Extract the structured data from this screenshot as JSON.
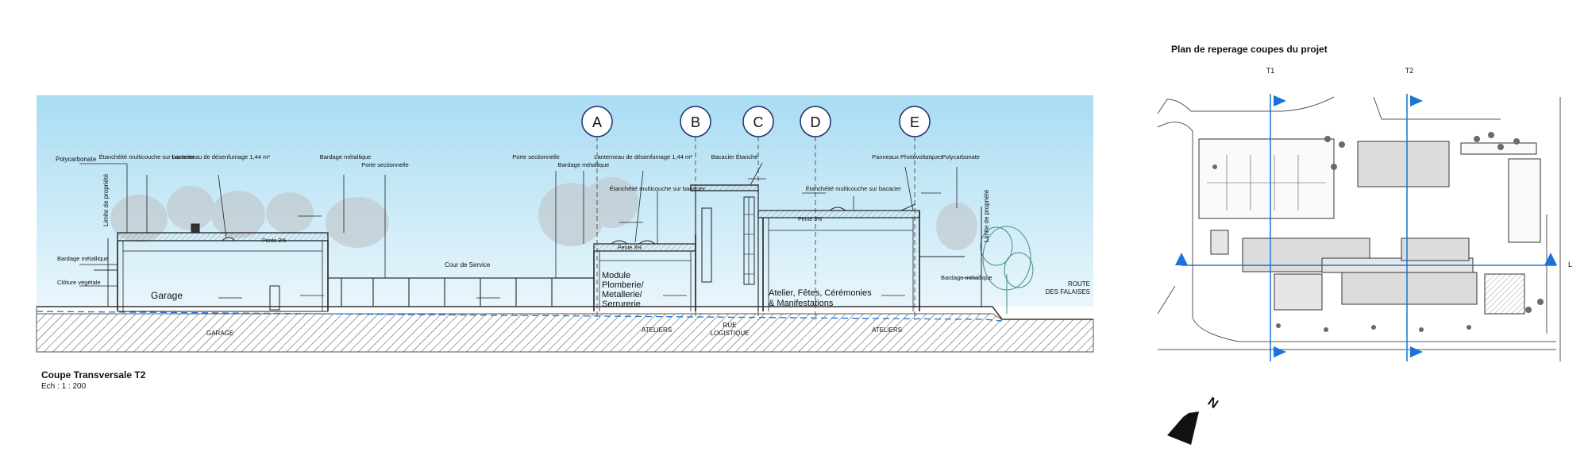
{
  "section": {
    "title": "Coupe Transversale T2",
    "scale": "Ech :   1 : 200",
    "grid_markers": [
      "A",
      "B",
      "C",
      "D",
      "E"
    ],
    "labels": {
      "polycarbonate_left": "Polycarbonate",
      "limite_propriete_left": "Limite de propriété",
      "bardage_metallique_left": "Bardage métallique",
      "cloture_vegetale": "Clôture végétale",
      "etancheite_left": "Étanchéité multicouche sur bacacier",
      "lanterneau_left": "Lanterneau de désenfumage 1,44 m²",
      "bardage_metallique_mid": "Bardage métallique",
      "porte_sectionnelle_mid": "Porte sectionnelle",
      "porte_sectionnelle_right": "Porte sectionnelle",
      "bardage_metallique_module": "Bardage métallique",
      "lanterneau_right": "Lanterneau de désenfumage 1,44 m²",
      "etancheite_module": "Étanchéité multicouche sur bacacier",
      "bacacier_etanche": "Bacacier Étanché",
      "etancheite_atelier": "Étanchéité multicouche sur bacacier",
      "panneaux_photovoltaiques": "Panneaux Photovoltaïques",
      "polycarbonate_right": "Polycarbonate",
      "limite_propriete_right": "Limite de propriété",
      "bardage_metallique_right": "Bardage métallique",
      "cour_de_service": "Cour de Service",
      "route_1": "ROUTE",
      "route_2": "DES FALAISES",
      "garage_room": "Garage",
      "module_1": "Module",
      "module_2": "Plomberie/",
      "module_3": "Metallerie/",
      "module_4": "Serrurerie",
      "atelier_1": "Atelier, Fêtes, Cérémonies",
      "atelier_2": "& Manifestations",
      "pente_left": "Pente 3%",
      "pente_module": "Pente 3%",
      "pente_atelier": "Pente 3%",
      "ground_garage": "GARAGE",
      "ground_ateliers_1": "ATELIERS",
      "ground_rue_1": "RUE",
      "ground_rue_2": "LOGISTIQUE",
      "ground_ateliers_2": "ATELIERS"
    }
  },
  "plan": {
    "title": "Plan de reperage coupes du projet",
    "cut_t1": "T1",
    "cut_t2": "T2",
    "cut_l": "L",
    "north": "N"
  },
  "colors": {
    "sky_top": "#a9dcf2",
    "sky_bottom": "#e9f6fc",
    "cut_line": "#1a73d9",
    "ground_hatch": "#555555",
    "marker": "#1c2e6e",
    "tree": "#bfc8ce",
    "tree_green": "#3f8c7a"
  }
}
